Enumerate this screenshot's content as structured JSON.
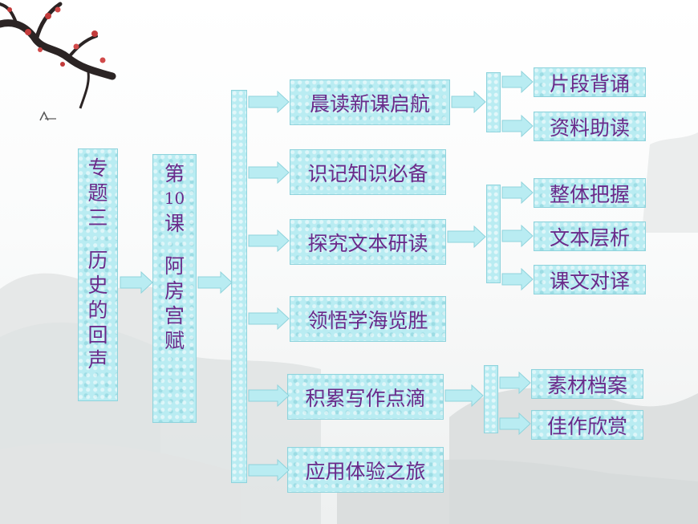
{
  "topic": [
    "专",
    "题",
    "三",
    "",
    "历",
    "史",
    "的",
    "回",
    "声"
  ],
  "lesson": [
    "第",
    "10",
    "课",
    "",
    "阿",
    "房",
    "宫",
    "赋"
  ],
  "sections": [
    "晨读新课启航",
    "识记知识必备",
    "探究文本研读",
    "领悟学海览胜",
    "积累写作点滴",
    "应用体验之旅"
  ],
  "subs": {
    "group1": [
      "片段背诵",
      "资料助读"
    ],
    "group2": [
      "整体把握",
      "文本层析",
      "课文对译"
    ],
    "group3": [
      "素材档案",
      "佳作欣赏"
    ]
  },
  "colors": {
    "box_fill": "#b9ecf2",
    "box_border": "#8fd3dc",
    "text": "#6a2a8a"
  }
}
